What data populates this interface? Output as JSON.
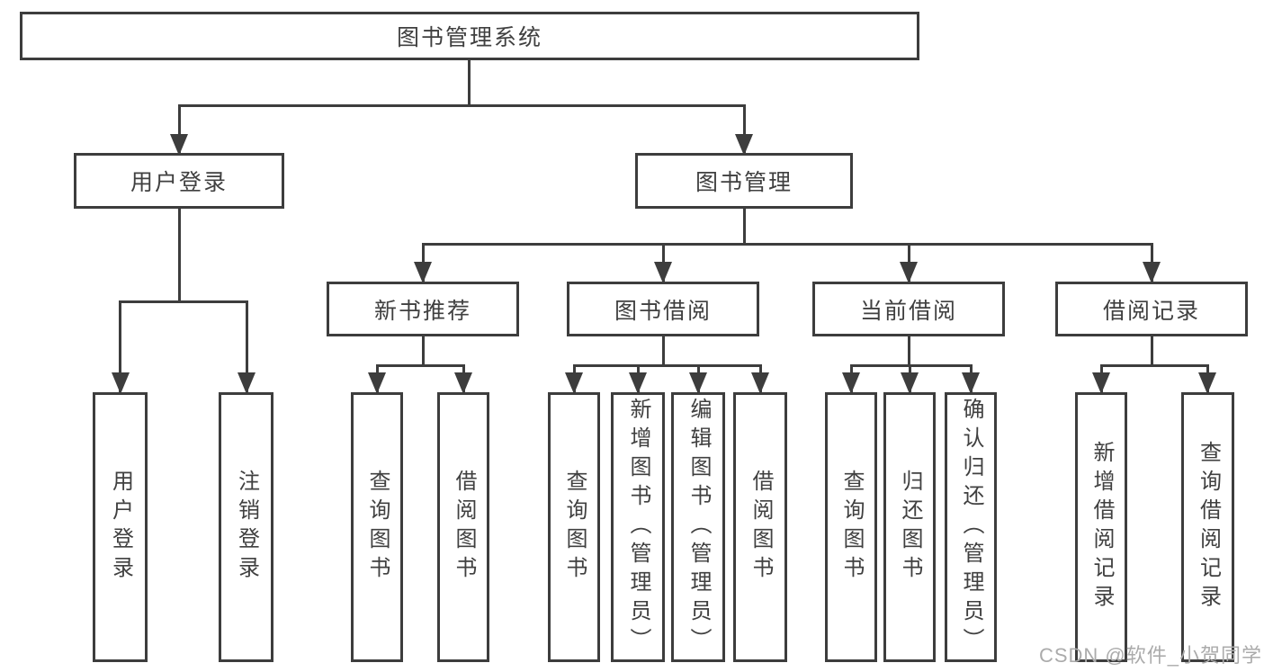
{
  "nodes": {
    "root": "图书管理系统",
    "l2": [
      "用户登录",
      "图书管理"
    ],
    "l3": [
      "新书推荐",
      "图书借阅",
      "当前借阅",
      "借阅记录"
    ],
    "leaves": [
      [
        "用户登录",
        "注销登录"
      ],
      [
        "查询图书",
        "借阅图书"
      ],
      [
        "查询图书",
        "新增图书（管理员）",
        "编辑图书（管理员）",
        "借阅图书"
      ],
      [
        "查询图书",
        "归还图书",
        "确认归还（管理员）"
      ],
      [
        "新增借阅记录",
        "查询借阅记录"
      ]
    ]
  },
  "watermark": "CSDN @软件_小贺同学",
  "colors": {
    "line": "#3d3d3d",
    "text": "#404040",
    "watermark": "#ababab",
    "background": "#ffffff"
  }
}
